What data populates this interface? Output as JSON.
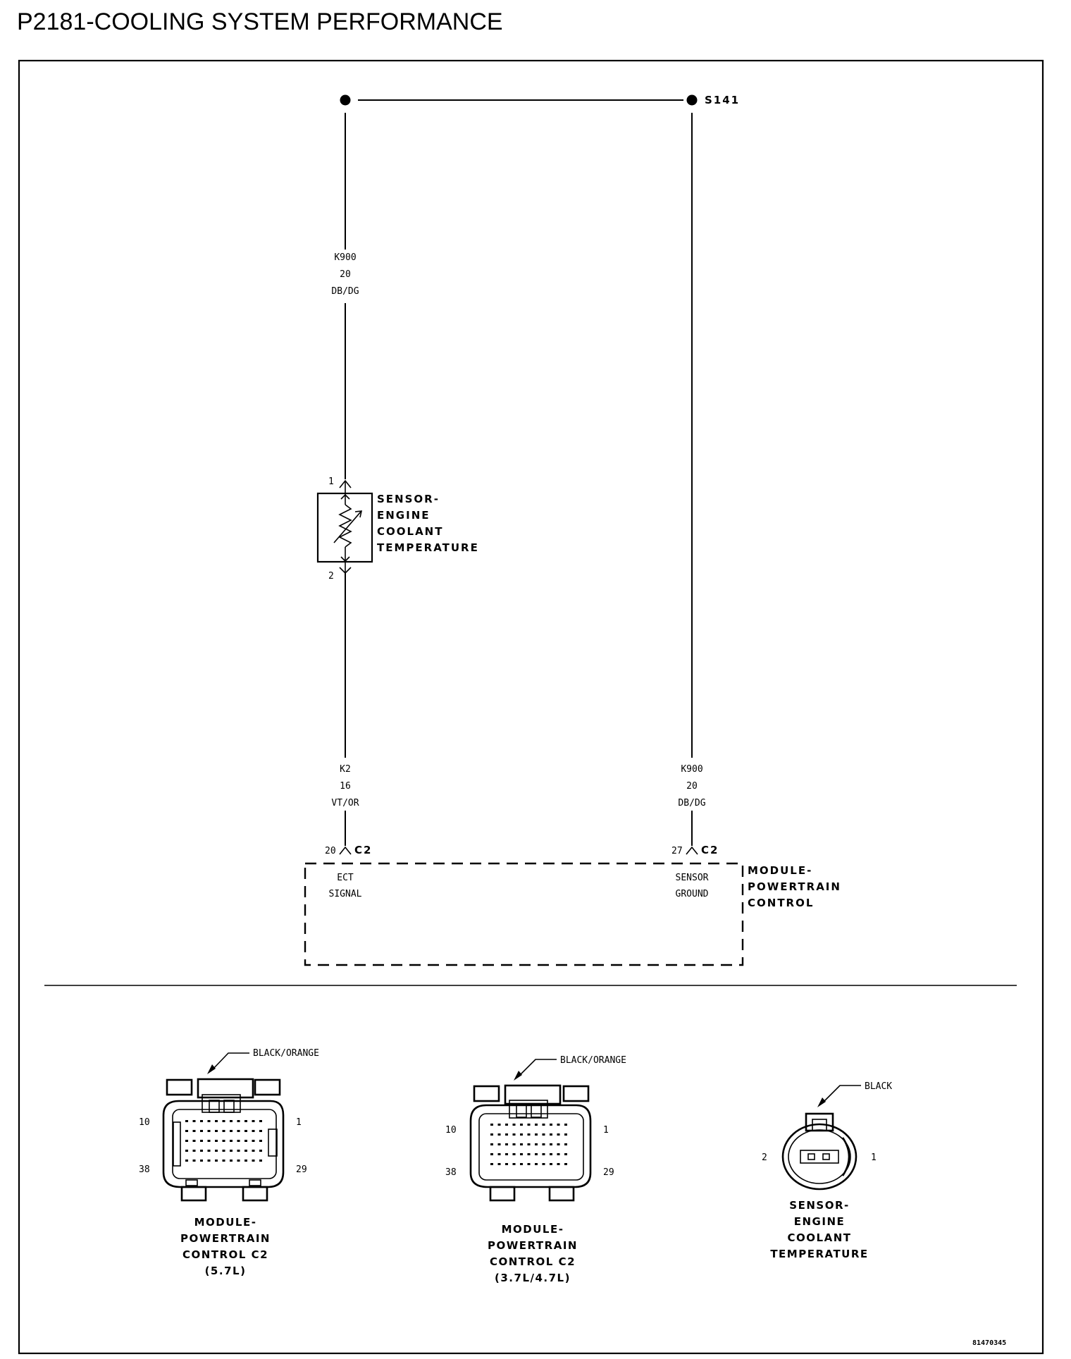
{
  "title": "P2181-COOLING SYSTEM PERFORMANCE",
  "splice": {
    "label": "S141"
  },
  "wires": {
    "top_left": {
      "circuit": "K900",
      "gauge": "20",
      "color": "DB/DG"
    },
    "bottom_left": {
      "circuit": "K2",
      "gauge": "16",
      "color": "VT/OR"
    },
    "bottom_right": {
      "circuit": "K900",
      "gauge": "20",
      "color": "DB/DG"
    }
  },
  "sensor": {
    "pin_top": "1",
    "pin_bottom": "2",
    "label_lines": [
      "SENSOR-",
      "ENGINE",
      "COOLANT",
      "TEMPERATURE"
    ]
  },
  "pcm": {
    "pin_left": "20",
    "pin_right": "27",
    "connector": "C2",
    "pin_left_lines": [
      "ECT",
      "SIGNAL"
    ],
    "pin_right_lines": [
      "SENSOR",
      "GROUND"
    ],
    "label_lines": [
      "MODULE-",
      "POWERTRAIN",
      "CONTROL"
    ]
  },
  "connectors": [
    {
      "color_label": "BLACK/ORANGE",
      "pins": {
        "tl": "10",
        "tr": "1",
        "bl": "38",
        "br": "29"
      },
      "caption": [
        "MODULE-",
        "POWERTRAIN",
        "CONTROL C2",
        "(5.7L)"
      ]
    },
    {
      "color_label": "BLACK/ORANGE",
      "pins": {
        "tl": "10",
        "tr": "1",
        "bl": "38",
        "br": "29"
      },
      "caption": [
        "MODULE-",
        "POWERTRAIN",
        "CONTROL C2",
        "(3.7L/4.7L)"
      ]
    },
    {
      "color_label": "BLACK",
      "pins": {
        "left": "2",
        "right": "1"
      },
      "caption": [
        "SENSOR-",
        "ENGINE",
        "COOLANT",
        "TEMPERATURE"
      ]
    }
  ],
  "figure_id": "81470345"
}
